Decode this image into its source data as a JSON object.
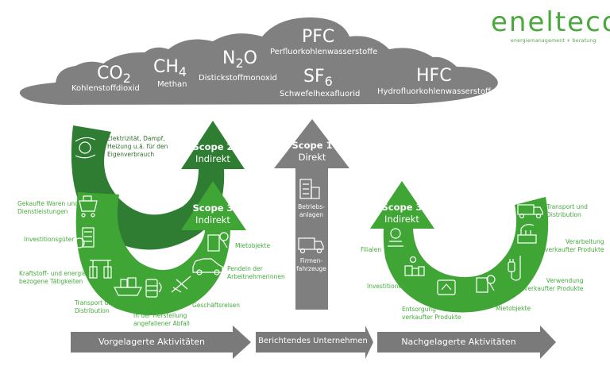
{
  "brand": {
    "logo_text": "enelteco",
    "tagline": "energiemanagement + beratung",
    "color": "#4aa83c"
  },
  "colors": {
    "cloud": "#808080",
    "scope1": "#7f7f7f",
    "scope2": "#2e7d32",
    "scope3": "#3fa535",
    "category_text": "#47a93e",
    "band": "#7a7a7a"
  },
  "cloud": {
    "gases": [
      {
        "formula": "CO",
        "subscript": "2",
        "name": "Kohlenstoffdioxid"
      },
      {
        "formula": "CH",
        "subscript": "4",
        "name": "Methan"
      },
      {
        "formula": "N",
        "subscript": "2",
        "formula_suffix": "O",
        "name": "Distickstoffmonoxid"
      },
      {
        "formula": "PFC",
        "subscript": "",
        "name": "Perfluorkohlenwasserstoffe"
      },
      {
        "formula": "SF",
        "subscript": "6",
        "name": "Schwefelhexafluorid"
      },
      {
        "formula": "HFC",
        "subscript": "",
        "name": "Hydrofluorkohlenwasserstoffe"
      }
    ]
  },
  "scope2": {
    "title": "Scope 2",
    "subtitle": "Indirekt",
    "category": "Elektrizität, Dampf, Heizung u.ä. für den Eigenverbrauch",
    "category_lines": [
      "Elektrizität, Dampf,",
      "Heizung u.ä. für den",
      "Eigenverbrauch"
    ],
    "icon": "hand-money-icon"
  },
  "scope1": {
    "title": "Scope 1",
    "subtitle": "Direkt",
    "categories": [
      {
        "lines": [
          "Betriebs-",
          "anlagen"
        ],
        "icon": "factory-building-icon"
      },
      {
        "lines": [
          "Firmen-",
          "fahrzeuge"
        ],
        "icon": "truck-icon"
      }
    ]
  },
  "scope3_upstream": {
    "title": "Scope 3",
    "subtitle": "Indirekt",
    "categories": [
      {
        "lines": [
          "Gekaufte Waren und",
          "Dienstleistungen"
        ],
        "icon": "shopping-cart-icon"
      },
      {
        "lines": [
          "Investitionsgüter"
        ],
        "icon": "money-bag-building-icon"
      },
      {
        "lines": [
          "Kraftstoff- und energie-",
          "bezogene Tätigkeiten"
        ],
        "icon": "fuel-pump-icon"
      },
      {
        "lines": [
          "Transport und",
          "Distribution"
        ],
        "icon": "cargo-ship-icon"
      },
      {
        "lines": [
          "In der Herstellung",
          "angefallener Abfall"
        ],
        "icon": "barrel-icon"
      },
      {
        "lines": [
          "Geschäftsreisen"
        ],
        "icon": "airplane-icon"
      },
      {
        "lines": [
          "Pendeln der",
          "Arbeitnehmerinnen"
        ],
        "icon": "car-icon"
      },
      {
        "lines": [
          "Mietobjekte"
        ],
        "icon": "building-key-icon"
      }
    ]
  },
  "scope3_downstream": {
    "title": "Scope 3",
    "subtitle": "Indirekt",
    "categories": [
      {
        "lines": [
          "Filialen"
        ],
        "icon": "store-location-icon"
      },
      {
        "lines": [
          "Investitionen"
        ],
        "icon": "investment-building-icon"
      },
      {
        "lines": [
          "Entsorgung",
          "verkaufter Produkte"
        ],
        "icon": "recycling-bin-icon"
      },
      {
        "lines": [
          "Mietobjekte"
        ],
        "icon": "building-key-icon"
      },
      {
        "lines": [
          "Verwendung",
          "verkaufter Produkte"
        ],
        "icon": "plug-icon"
      },
      {
        "lines": [
          "Verarbeitung",
          "verkaufter Produkte"
        ],
        "icon": "factory-icon"
      },
      {
        "lines": [
          "Transport und",
          "Distribution"
        ],
        "icon": "truck-icon"
      }
    ]
  },
  "bottom_band": [
    {
      "label": "Vorgelagerte Aktivitäten"
    },
    {
      "label": "Berichtendes Unternehmen"
    },
    {
      "label": "Nachgelagerte Aktivitäten"
    }
  ]
}
